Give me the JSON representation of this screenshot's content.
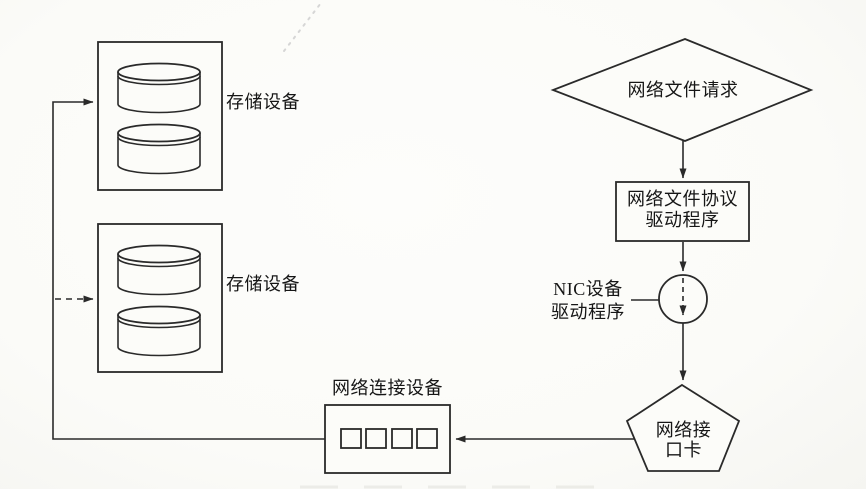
{
  "diagram": {
    "colors": {
      "line": "#2a2a2a",
      "text": "#161616",
      "background": "#fbfbf8"
    },
    "nodes": {
      "storage_top": {
        "shape": "box-with-two-disks",
        "label": "存储设备"
      },
      "storage_bottom": {
        "shape": "box-with-two-disks",
        "label": "存储设备"
      },
      "file_request": {
        "shape": "diamond",
        "label": "网络文件请求"
      },
      "protocol_driver": {
        "shape": "rectangle",
        "label": "网络文件协议驱动程序",
        "line1": "网络文件协议",
        "line2": "驱动程序"
      },
      "nic_driver": {
        "shape": "circle-with-callout",
        "label": "NIC设备驱动程序",
        "line1": "NIC设备",
        "line2": "驱动程序"
      },
      "nic_card": {
        "shape": "pentagon",
        "label": "网络接口卡",
        "line1": "网络接",
        "line2": "口卡"
      },
      "network_device": {
        "shape": "port-box-with-4-ports",
        "label": "网络连接设备"
      }
    },
    "edges": [
      {
        "from": "file_request",
        "to": "protocol_driver",
        "style": "solid-arrow"
      },
      {
        "from": "protocol_driver",
        "to": "nic_driver",
        "style": "solid-arrow"
      },
      {
        "from": "nic_driver",
        "to": "nic_driver",
        "style": "dashed-arrow-inside-circle"
      },
      {
        "from": "nic_driver",
        "to": "nic_card",
        "style": "solid-arrow"
      },
      {
        "from": "nic_card",
        "to": "network_device",
        "style": "solid-arrow"
      },
      {
        "from": "network_device",
        "to": "storage_top",
        "style": "solid-arrow"
      },
      {
        "from": "network_device",
        "to": "storage_bottom",
        "style": "dashed-arrow"
      }
    ]
  }
}
